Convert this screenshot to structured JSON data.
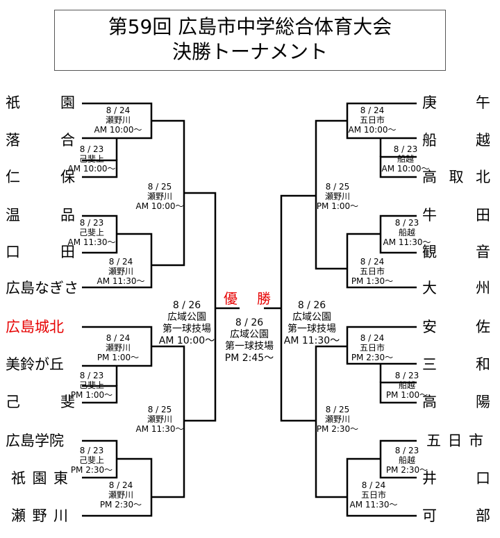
{
  "title": {
    "line1": "第59回 広島市中学総合体育大会",
    "line2": "決勝トーナメント"
  },
  "champion_label": "優勝",
  "colors": {
    "highlight": "#e60000",
    "line": "#000000"
  },
  "left_teams": [
    "祇園",
    "落合",
    "仁保",
    "温品",
    "口田",
    "広島なぎさ",
    "広島城北",
    "美鈴が丘",
    "己斐",
    "広島学院",
    "祇園東",
    "瀬野川"
  ],
  "right_teams": [
    "庚午",
    "船越",
    "高取北",
    "牛田",
    "観音",
    "大州",
    "安佐",
    "三和",
    "高陽",
    "五日市",
    "井口",
    "可部"
  ],
  "highlighted_team": "広島城北",
  "matches": {
    "l1": {
      "date": "8 / 24",
      "venue": "瀬野川",
      "time": "AM 10:00〜"
    },
    "l2": {
      "date": "8 / 23",
      "venue": "己斐上",
      "time": "AM 10:00〜"
    },
    "l3": {
      "date": "8 / 25",
      "venue": "瀬野川",
      "time": "AM 10:00〜"
    },
    "l4": {
      "date": "8 / 23",
      "venue": "己斐上",
      "time": "AM 11:30〜"
    },
    "l5": {
      "date": "8 / 24",
      "venue": "瀬野川",
      "time": "AM 11:30〜"
    },
    "l6": {
      "date": "8 / 24",
      "venue": "瀬野川",
      "time": "PM 1:00〜"
    },
    "l7": {
      "date": "8 / 23",
      "venue": "己斐上",
      "time": "PM 1:00〜"
    },
    "l8": {
      "date": "8 / 25",
      "venue": "瀬野川",
      "time": "AM 11:30〜"
    },
    "l9": {
      "date": "8 / 23",
      "venue": "己斐上",
      "time": "PM 2:30〜"
    },
    "l10": {
      "date": "8 / 24",
      "venue": "瀬野川",
      "time": "PM 2:30〜"
    },
    "r1": {
      "date": "8 / 24",
      "venue": "五日市",
      "time": "AM 10:00〜"
    },
    "r2": {
      "date": "8 / 23",
      "venue": "船越",
      "time": "AM 10:00〜"
    },
    "r3": {
      "date": "8 / 25",
      "venue": "瀬野川",
      "time": "PM 1:00〜"
    },
    "r4": {
      "date": "8 / 23",
      "venue": "船越",
      "time": "AM 11:30〜"
    },
    "r5": {
      "date": "8 / 24",
      "venue": "五日市",
      "time": "PM 1:30〜"
    },
    "r6": {
      "date": "8 / 24",
      "venue": "五日市",
      "time": "PM 2:30〜"
    },
    "r7": {
      "date": "8 / 23",
      "venue": "船越",
      "time": "PM 1:00〜"
    },
    "r8": {
      "date": "8 / 25",
      "venue": "瀬野川",
      "time": "PM 2:30〜"
    },
    "r9": {
      "date": "8 / 23",
      "venue": "船越",
      "time": "PM 2:30〜"
    },
    "r10": {
      "date": "8 / 24",
      "venue": "五日市",
      "time": "AM 11:30〜"
    },
    "semi_left": {
      "date": "8 / 26",
      "venue": "広域公園",
      "place": "第一球技場",
      "time": "AM 10:00〜"
    },
    "semi_right": {
      "date": "8 / 26",
      "venue": "広域公園",
      "place": "第一球技場",
      "time": "AM 11:30〜"
    },
    "final": {
      "date": "8 / 26",
      "venue": "広域公園",
      "place": "第一球技場",
      "time": "PM 2:45〜"
    }
  }
}
